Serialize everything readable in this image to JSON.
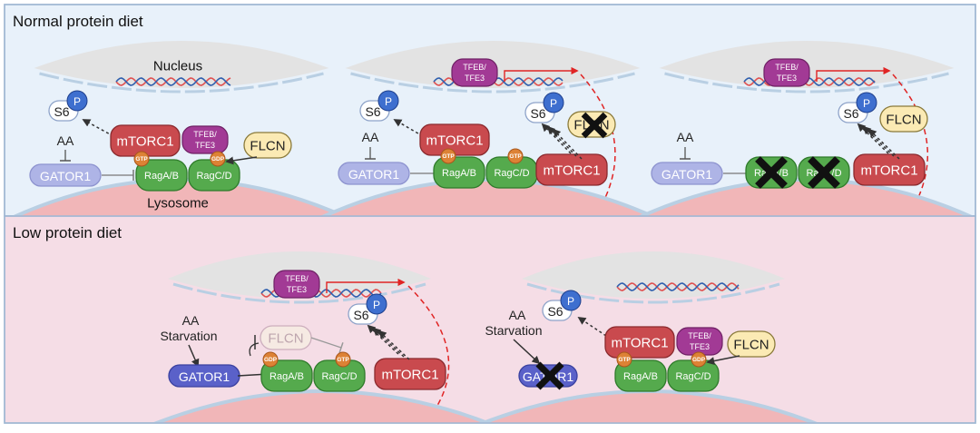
{
  "sections": {
    "normal": {
      "title": "Normal protein diet"
    },
    "low": {
      "title": "Low protein diet"
    }
  },
  "labels": {
    "nucleus": "Nucleus",
    "lysosome": "Lysosome",
    "s6": "S6",
    "p": "P",
    "aa": "AA",
    "aa_starvation_line1": "AA",
    "aa_starvation_line2": "Starvation",
    "mtorc1": "mTORC1",
    "tfeb_line1": "TFEB/",
    "tfeb_line2": "TFE3",
    "flcn": "FLCN",
    "gator1": "GATOR1",
    "raga": "RagA/B",
    "ragc": "RagC/D",
    "gtp": "GTP",
    "gdp": "GDP"
  },
  "colors": {
    "normal_bg": "#e8f1fa",
    "low_bg": "#f5dde6",
    "border": "#9fb7d3",
    "nucleus": "#e3e3e3",
    "lysosome": "#f1b6b8",
    "membrane": "#b9cfe3",
    "mtorc1": "#c94a4e",
    "tfeb": "#a23a95",
    "flcn": "#fbeab4",
    "gator1": "#aeb4e6",
    "gator1_active": "#5a61c9",
    "rag": "#55aa4d",
    "nucleotide": "#dd8235",
    "s6": "#ffffff",
    "p": "#3e6fcf",
    "red_arrow": "#e02424",
    "dna1": "#e05050",
    "dna2": "#2f5fae"
  }
}
